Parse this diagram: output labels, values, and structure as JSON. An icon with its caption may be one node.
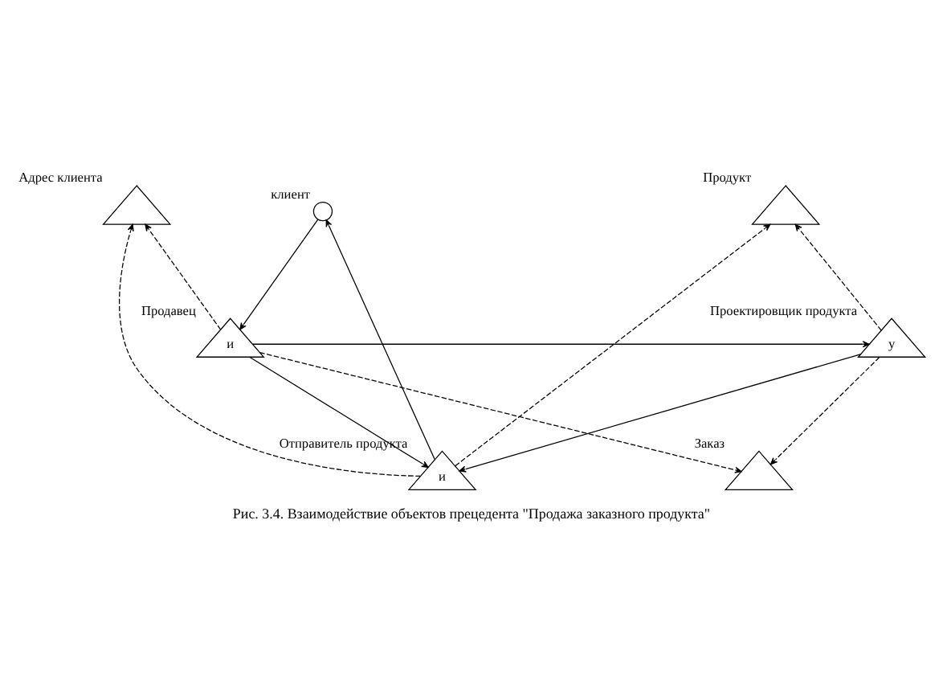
{
  "diagram": {
    "caption": "Рис. 3.4. Взаимодействие объектов прецедента \"Продажа заказного продукта\"",
    "nodes": [
      {
        "text": [
          "клиент"
        ]
      },
      {
        "text": [
          "и",
          "Продавец"
        ]
      },
      {
        "text": [
          "Заказ"
        ]
      },
      {
        "text": [
          "у",
          "Проектировщик продукта"
        ]
      },
      {
        "text": [
          "Адрес клиента"
        ]
      },
      {
        "text": [
          "Продукт"
        ]
      },
      {
        "text": [
          "и",
          "Отправитель продукта"
        ]
      }
    ],
    "edges": [
      {
        "from": 0,
        "to": 1,
        "arrow": "to"
      },
      {
        "from": 1,
        "to": 2,
        "arrow": "to",
        "style": "dashed"
      },
      {
        "from": 1,
        "to": 3,
        "arrow": "to"
      },
      {
        "from": 3,
        "to": 2,
        "arrow": "to",
        "style": "dashed"
      },
      {
        "from": 1,
        "to": 4,
        "arrow": "to",
        "style": "dashed"
      },
      {
        "from": 1,
        "to": 6,
        "arrow": "to"
      },
      {
        "from": 3,
        "to": 6,
        "arrow": "to"
      },
      {
        "from": 3,
        "to": 5,
        "arrow": "to",
        "style": "dashed"
      },
      {
        "from": 6,
        "to": 0,
        "arrow": "to"
      },
      {
        "from": 6,
        "to": 4,
        "arrow": "to",
        "style": "dashed"
      },
      {
        "from": 6,
        "to": 5,
        "arrow": "to",
        "style": "dashed"
      }
    ]
  }
}
